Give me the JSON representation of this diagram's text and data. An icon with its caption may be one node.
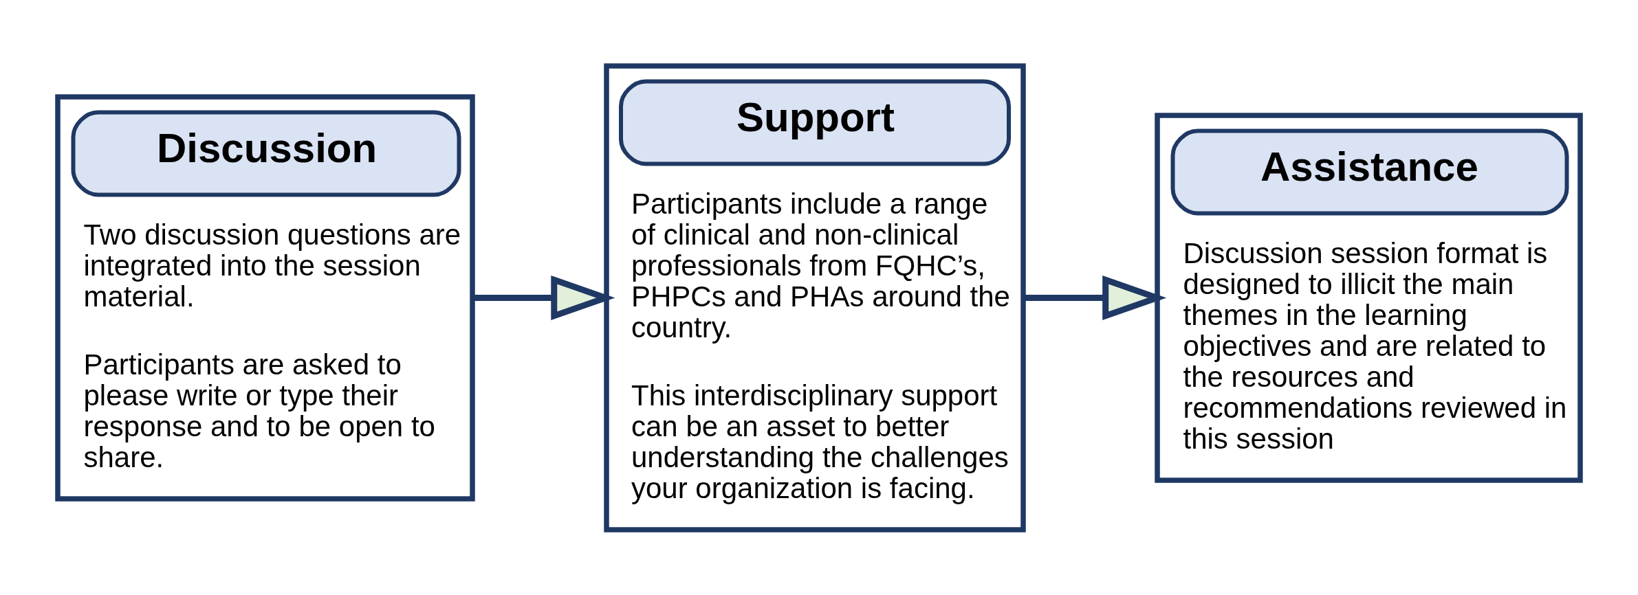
{
  "diagram": {
    "nodes": [
      {
        "text": [
          "Discussion",
          "Two discussion questions are integrated into the session material.",
          "Participants are asked to please write or type their response and to be open to share."
        ]
      },
      {
        "text": [
          "Support",
          "Participants include a range of clinical and non-clinical professionals from FQHC’s, PHPCs and PHAs around the country.",
          "This interdisciplinary support can be an asset to better understanding the challenges your organization is facing."
        ]
      },
      {
        "text": [
          "Assistance",
          "Discussion session format is designed to illicit the main themes in the learning objectives and are related to the resources and recommendations reviewed in this session"
        ]
      }
    ],
    "edges": [
      {
        "from": 0,
        "to": 1,
        "arrow": "to"
      },
      {
        "from": 1,
        "to": 2,
        "arrow": "to"
      }
    ]
  }
}
